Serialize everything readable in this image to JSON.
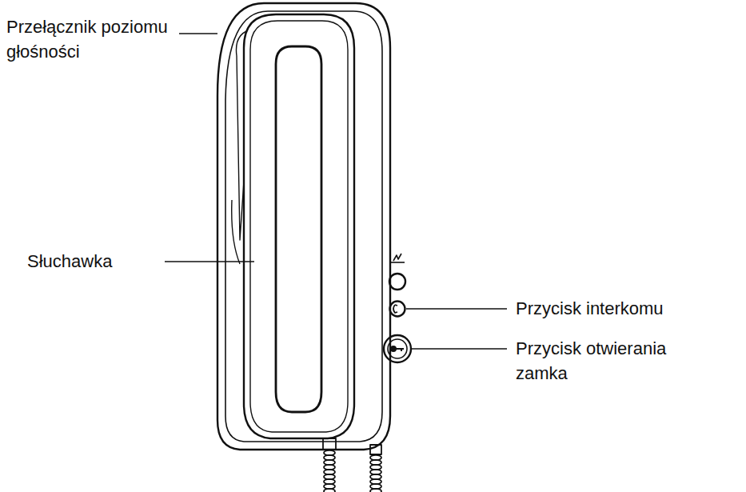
{
  "diagram": {
    "labels": [
      "Przełącznik poziomu głośności",
      "Słuchawka",
      "Przycisk interkomu",
      "Przycisk otwierania zamka"
    ]
  }
}
